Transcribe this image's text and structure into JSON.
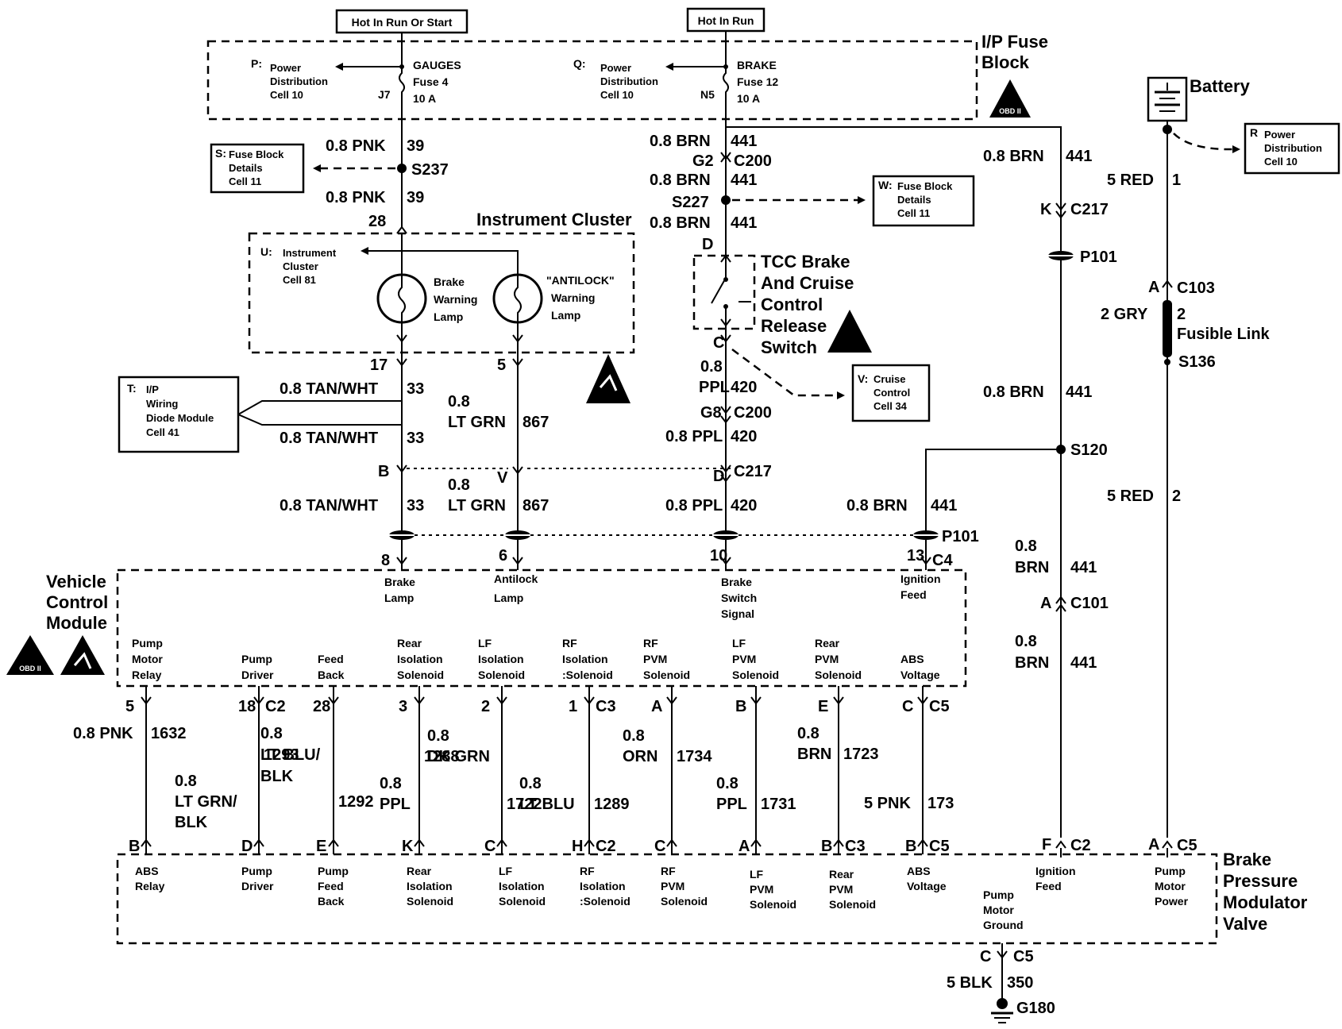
{
  "sources": {
    "hot_run_start": "Hot In Run Or Start",
    "hot_run": "Hot In Run"
  },
  "ip_fuse_block": {
    "title_line1": "I/P Fuse",
    "title_line2": "Block",
    "obd": "OBD II"
  },
  "battery": {
    "label": "Battery"
  },
  "fuses": [
    {
      "ref": "P:",
      "lines": [
        "Power",
        "Distribution",
        "Cell 10"
      ],
      "name": "GAUGES",
      "fuse": "Fuse 4",
      "amps": "10 A",
      "pin": "J7"
    },
    {
      "ref": "Q:",
      "lines": [
        "Power",
        "Distribution",
        "Cell 10"
      ],
      "name": "BRAKE",
      "fuse": "Fuse 12",
      "amps": "10 A",
      "pin": "N5"
    }
  ],
  "ref_boxes": {
    "S": {
      "ref": "S:",
      "lines": [
        "Fuse Block",
        "Details",
        "Cell 11"
      ]
    },
    "W": {
      "ref": "W:",
      "lines": [
        "Fuse Block",
        "Details",
        "Cell 11"
      ]
    },
    "R": {
      "ref": "R",
      "lines": [
        "Power",
        "Distribution",
        "Cell 10"
      ]
    },
    "T": {
      "ref": "T:",
      "lines": [
        "I/P",
        "Wiring",
        "Diode Module",
        "Cell 41"
      ]
    },
    "V": {
      "ref": "V:",
      "lines": [
        "Cruise",
        "Control",
        "Cell 34"
      ]
    },
    "U": {
      "ref": "U:",
      "lines": [
        "Instrument",
        "Cluster",
        "Cell 81"
      ]
    }
  },
  "instrument_cluster": {
    "title": "Instrument Cluster",
    "lamp1": [
      "Brake",
      "Warning",
      "Lamp"
    ],
    "lamp2": [
      "\"ANTILOCK\"",
      "Warning",
      "Lamp"
    ]
  },
  "switch": {
    "lines": [
      "TCC Brake",
      "And Cruise",
      "Control",
      "Release",
      "Switch"
    ]
  },
  "wires": {
    "pnk39": {
      "gauge": "0.8 PNK",
      "circuit": "39"
    },
    "brn441": {
      "gauge": "0.8 BRN",
      "circuit": "441"
    },
    "tanwht33": {
      "gauge": "0.8 TAN/WHT",
      "circuit": "33"
    },
    "ltgrn867": {
      "gauge": "0.8",
      "color": "LT GRN",
      "circuit": "867"
    },
    "ppl420": {
      "gauge": "0.8",
      "color": "PPL",
      "gauge_color": "0.8 PPL",
      "circuit": "420"
    },
    "red1": {
      "gauge": "5 RED",
      "circuit": "1"
    },
    "red2": {
      "gauge": "5 RED",
      "circuit": "2"
    },
    "gry": {
      "gauge": "2 GRY",
      "circuit": "2",
      "fusible": "Fusible Link"
    },
    "brn441_stack": {
      "gauge": "0.8",
      "color": "BRN",
      "circuit": "441"
    },
    "ground": {
      "gauge": "5 BLK",
      "circuit": "350"
    }
  },
  "splices": {
    "s237": "S237",
    "s227": "S227",
    "s120": "S120",
    "s136": "S136"
  },
  "connectors": {
    "c200": "C200",
    "c217": "C217",
    "c103": "C103",
    "c101": "C101",
    "p101": "P101",
    "c2": "C2",
    "c3": "C3",
    "c4": "C4",
    "c5": "C5"
  },
  "pins": {
    "n28": "28",
    "n17": "17",
    "n5": "5",
    "n8": "8",
    "n6": "6",
    "n10": "10",
    "n13": "13",
    "g2": "G2",
    "g8": "G8",
    "d": "D",
    "c": "C",
    "b": "B",
    "v": "V",
    "k": "K",
    "a": "A",
    "f": "F"
  },
  "vcm": {
    "title": [
      "Vehicle",
      "Control",
      "Module"
    ],
    "top_labels": [
      [
        "Brake",
        "Lamp"
      ],
      [
        "Antilock",
        "Lamp"
      ],
      [
        "Brake",
        "Switch",
        "Signal"
      ],
      [
        "Ignition",
        "Feed"
      ]
    ],
    "bottom_labels": [
      [
        "Pump",
        "Motor",
        "Relay"
      ],
      [
        "Pump",
        "Driver"
      ],
      [
        "Feed",
        "Back"
      ],
      [
        "Rear",
        "Isolation",
        "Solenoid"
      ],
      [
        "LF",
        "Isolation",
        "Solenoid"
      ],
      [
        "RF",
        "Isolation",
        ":Solenoid"
      ],
      [
        "RF",
        "PVM",
        "Solenoid"
      ],
      [
        "LF",
        "PVM",
        "Solenoid"
      ],
      [
        "Rear",
        "PVM",
        "Solenoid"
      ],
      [
        "ABS",
        "Voltage"
      ]
    ]
  },
  "harness": [
    {
      "top_pin": "5",
      "wire": [
        "0.8 PNK"
      ],
      "circuit": "1632",
      "bot_pin": "B"
    },
    {
      "top_pin": "18",
      "top_conn": "C2",
      "wire": [
        "0.8",
        "LT BLU/",
        "BLK"
      ],
      "circuit": "1293",
      "bot_pin": "D"
    },
    {
      "top_pin": "28",
      "wire": [
        "0.8",
        "LT GRN/",
        "BLK"
      ],
      "circuit": "1292",
      "bot_pin": "E"
    },
    {
      "top_pin": "3",
      "wire": [
        "0.8",
        "DK GRN"
      ],
      "circuit": "1288",
      "bot_pin": "K"
    },
    {
      "top_pin": "2",
      "wire": [
        "0.8",
        "PPL"
      ],
      "circuit": "1722",
      "bot_pin": "C"
    },
    {
      "top_pin": "1",
      "top_conn": "C3",
      "wire": [
        "0.8",
        "LT BLU"
      ],
      "circuit": "1289",
      "bot_pin": "H",
      "bot_conn": "C2"
    },
    {
      "top_pin": "A",
      "wire": [
        "0.8",
        "ORN"
      ],
      "circuit": "1734",
      "bot_pin": "C"
    },
    {
      "top_pin": "B",
      "wire": [
        "0.8",
        "PPL"
      ],
      "circuit": "1731",
      "bot_pin": "A"
    },
    {
      "top_pin": "E",
      "wire": [
        "0.8",
        "BRN"
      ],
      "circuit": "1723",
      "bot_pin": "B",
      "bot_conn": "C3"
    },
    {
      "top_pin": "C",
      "top_conn": "C5",
      "wire": [
        "5 PNK"
      ],
      "circuit": "173",
      "bot_pin": "B",
      "bot_conn": "C5"
    }
  ],
  "bpmv": {
    "title": [
      "Brake",
      "Pressure",
      "Modulator",
      "Valve"
    ],
    "labels": [
      [
        "ABS",
        "Relay"
      ],
      [
        "Pump",
        "Driver"
      ],
      [
        "Pump",
        "Feed",
        "Back"
      ],
      [
        "Rear",
        "Isolation",
        "Solenoid"
      ],
      [
        "LF",
        "Isolation",
        "Solenoid"
      ],
      [
        "RF",
        "Isolation",
        ":Solenoid"
      ],
      [
        "RF",
        "PVM",
        "Solenoid"
      ],
      [
        "LF",
        "PVM",
        "Solenoid"
      ],
      [
        "Rear",
        "PVM",
        "Solenoid"
      ],
      [
        "ABS",
        "Voltage"
      ],
      [
        "Pump",
        "Motor",
        "Ground"
      ],
      [
        "Ignition",
        "Feed"
      ],
      [
        "Pump",
        "Motor",
        "Power"
      ]
    ]
  },
  "ground": {
    "pin": "C",
    "conn": "C5",
    "name": "G180"
  }
}
